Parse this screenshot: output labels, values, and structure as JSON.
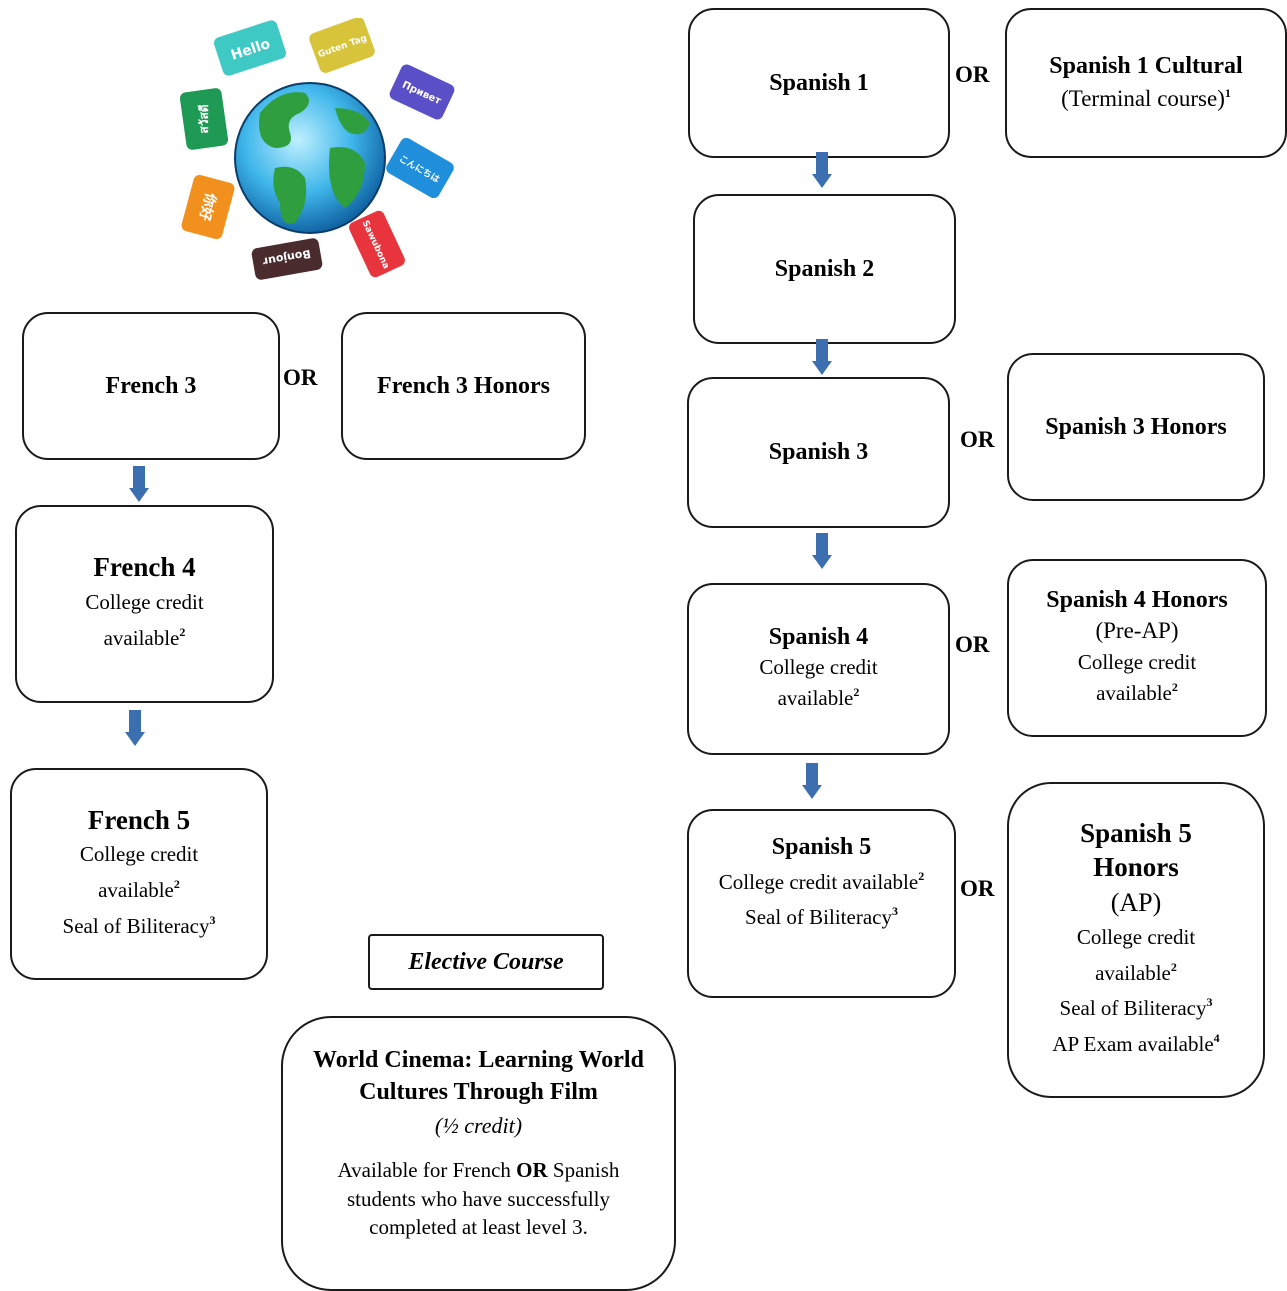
{
  "globe": {
    "greetings": [
      "Hello",
      "Guten Tag",
      "Привет",
      "こんにちは",
      "Sawubona",
      "Bonjour",
      "你好",
      "สวัสดี"
    ],
    "colors": [
      "#3ec9c4",
      "#d8c43a",
      "#5b4fc7",
      "#1f8fdc",
      "#e8353d",
      "#4a2c2f",
      "#f2901d",
      "#1e9a55"
    ]
  },
  "connector": "OR",
  "french": {
    "french3": "French 3",
    "french3_honors": "French 3 Honors",
    "french4": {
      "title": "French 4",
      "line1": "College credit",
      "line2": "available",
      "sup": "2"
    },
    "french5": {
      "title": "French 5",
      "line1": "College credit",
      "line2": "available",
      "sup2": "2",
      "line3": "Seal of Biliteracy",
      "sup3": "3"
    }
  },
  "spanish": {
    "spanish1": "Spanish 1",
    "spanish1_cultural": {
      "title": "Spanish 1 Cultural",
      "line1": "(Terminal course)",
      "sup": "1"
    },
    "spanish2": "Spanish 2",
    "spanish3": "Spanish 3",
    "spanish3_honors": "Spanish 3 Honors",
    "spanish4": {
      "title": "Spanish 4",
      "line1": "College credit",
      "line2": "available",
      "sup": "2"
    },
    "spanish4_honors": {
      "title": "Spanish 4 Honors",
      "sub": "(Pre-AP)",
      "line1": "College credit",
      "line2": "available",
      "sup": "2"
    },
    "spanish5": {
      "title": "Spanish 5",
      "line1": "College credit available",
      "sup1": "2",
      "line2": "Seal of Biliteracy",
      "sup2": "3"
    },
    "spanish5_honors": {
      "title1": "Spanish 5",
      "title2": "Honors",
      "sub": "(AP)",
      "line1": "College credit",
      "line2": "available",
      "sup2": "2",
      "line3": "Seal of Biliteracy",
      "sup3": "3",
      "line4": "AP Exam available",
      "sup4": "4"
    }
  },
  "elective": {
    "label": "Elective Course",
    "title": "World Cinema: Learning World Cultures Through Film",
    "credit": "(½ credit)",
    "desc_before": "Available for French ",
    "desc_or": "OR",
    "desc_after": " Spanish students who have successfully completed at least level 3."
  },
  "colors": {
    "arrow": "#3b6fb0",
    "border": "#1a1a1a"
  }
}
